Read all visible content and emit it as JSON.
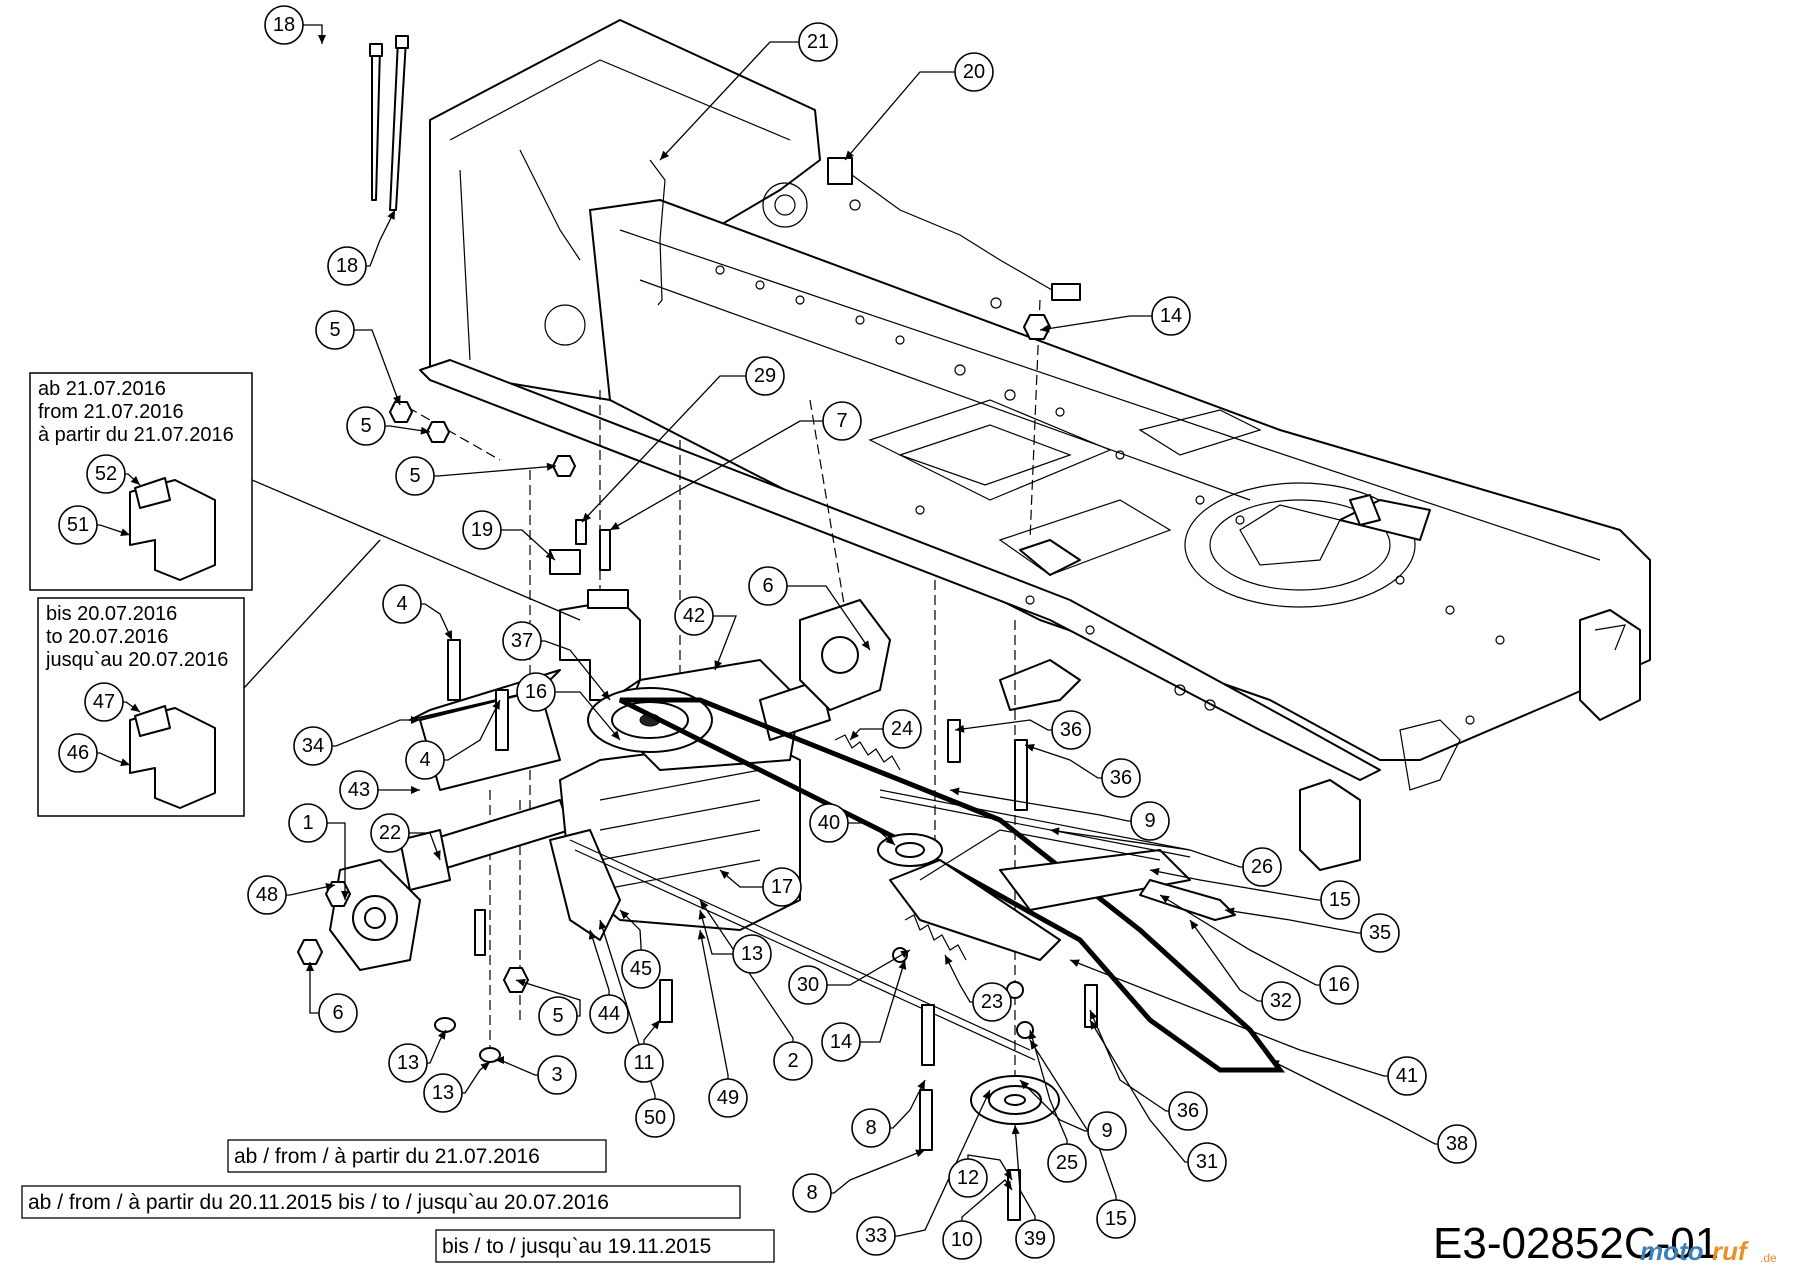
{
  "drawing_code": "E3-02852C-01",
  "logo": {
    "prefix": "moto",
    "suffix": "ruf",
    "tld": ".de"
  },
  "date_boxes": {
    "new": [
      "ab 21.07.2016",
      "from 21.07.2016",
      "à partir du 21.07.2016"
    ],
    "old": [
      "bis 20.07.2016",
      "to 20.07.2016",
      "jusqu`au 20.07.2016"
    ]
  },
  "notes": {
    "from_2016": "ab / from / à partir du 21.07.2016",
    "range_2015_2016": "ab / from / à partir du 20.11.2015 bis / to / jusqu`au 20.07.2016",
    "until_2015": "bis / to / jusqu`au 19.11.2015"
  },
  "callouts": [
    "18",
    "18",
    "21",
    "20",
    "14",
    "5",
    "5",
    "5",
    "29",
    "7",
    "19",
    "6",
    "42",
    "37",
    "16",
    "4",
    "4",
    "34",
    "43",
    "24",
    "36",
    "36",
    "9",
    "40",
    "26",
    "15",
    "35",
    "1",
    "22",
    "48",
    "6",
    "17",
    "13",
    "45",
    "44",
    "5",
    "30",
    "14",
    "23",
    "32",
    "16",
    "41",
    "11",
    "13",
    "3",
    "13",
    "2",
    "49",
    "50",
    "8",
    "8",
    "12",
    "33",
    "10",
    "39",
    "25",
    "15",
    "9",
    "36",
    "31",
    "38",
    "52",
    "51",
    "47",
    "46"
  ]
}
